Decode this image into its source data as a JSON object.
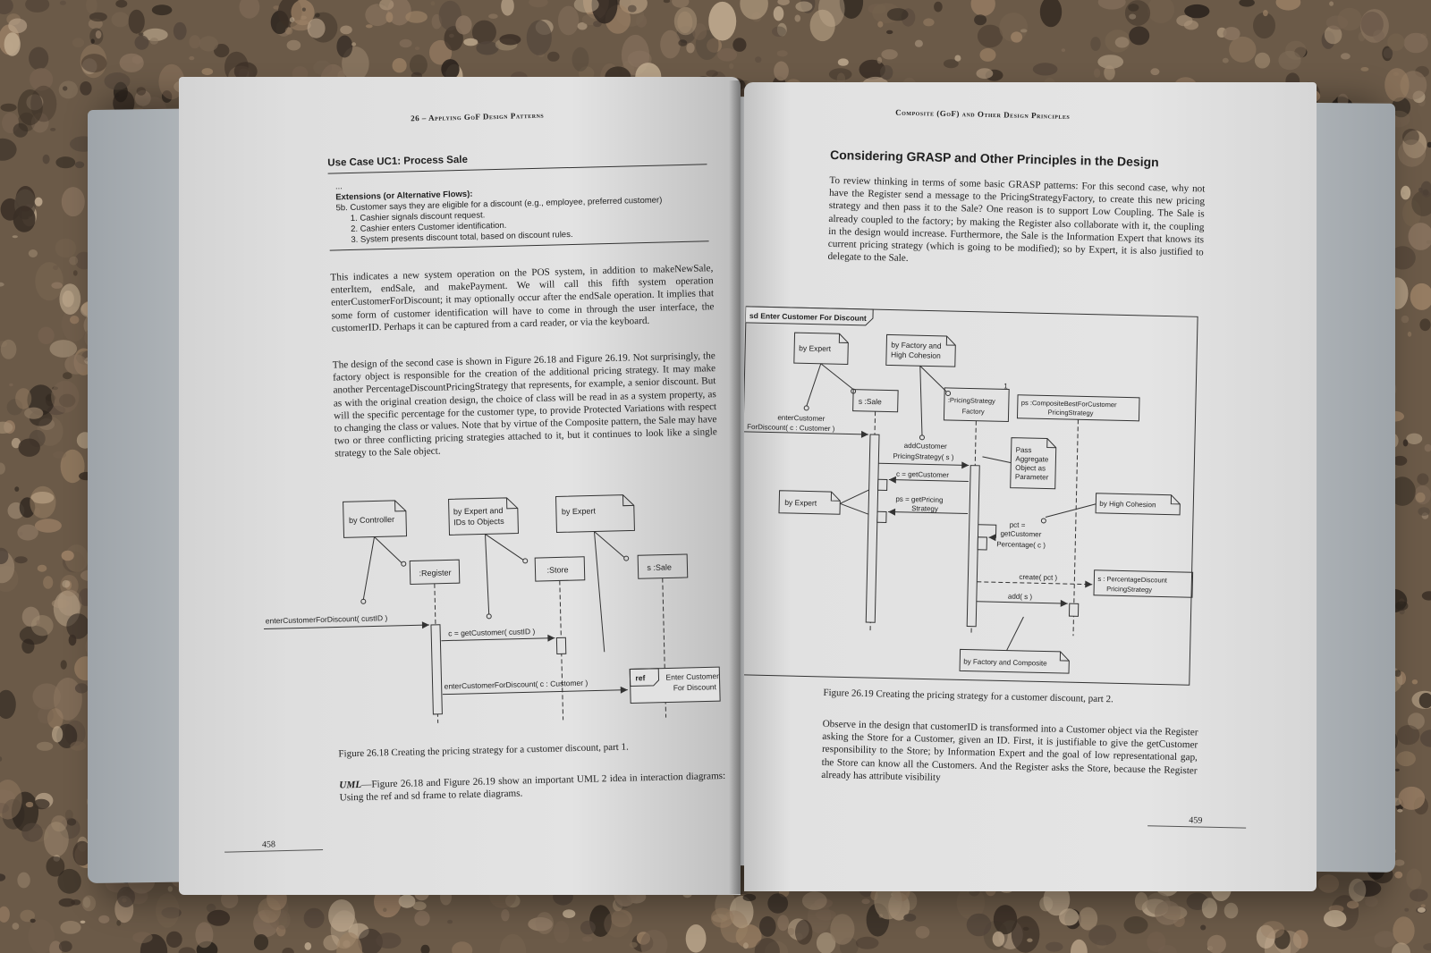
{
  "colors": {
    "countertop": "#6b5a48",
    "paper": "#e2e2e2",
    "ink": "#1f1f1f"
  },
  "left_page": {
    "running_head": "26 – Applying GoF Design Patterns",
    "use_case": {
      "title": "Use Case UC1: Process Sale",
      "ellipsis": "...",
      "extensions_title": "Extensions (or Alternative Flows):",
      "lead": "5b. Customer says they are eligible for a discount (e.g., employee, preferred customer)",
      "steps": [
        "1. Cashier signals discount request.",
        "2. Cashier enters Customer identification.",
        "3. System presents discount total, based on discount rules."
      ]
    },
    "para1": "This indicates a new system operation on the POS system, in addition to makeNewSale, enterItem, endSale, and makePayment. We will call this fifth system operation enterCustomerForDiscount; it may optionally occur after the endSale operation. It implies that some form of customer identification will have to come in through the user interface, the customerID. Perhaps it can be captured from a card reader, or via the keyboard.",
    "para2": "The design of the second case is shown in Figure 26.18 and Figure 26.19. Not surprisingly, the factory object is responsible for the creation of the additional pricing strategy. It may make another PercentageDiscountPricingStrategy that represents, for example, a senior discount. But as with the original creation design, the choice of class will be read in as a system property, as will the specific percentage for the customer type, to provide Protected Variations with respect to changing the class or values. Note that by virtue of the Composite pattern, the Sale may have two or three conflicting pricing strategies attached to it, but it continues to look like a single strategy to the Sale object.",
    "fig1": {
      "notes": [
        "by Controller",
        "by Expert and",
        "IDs to Objects",
        "by Expert"
      ],
      "lifelines": [
        ":Register",
        ":Store",
        "s :Sale"
      ],
      "messages": [
        "enterCustomerForDiscount( custID )",
        "c = getCustomer( custID )",
        "enterCustomerForDiscount( c : Customer )"
      ],
      "ref_tag": "ref",
      "ref_text": [
        "Enter Customer",
        "For Discount"
      ]
    },
    "caption": "Figure 26.18 Creating the pricing strategy for a customer discount, part 1.",
    "uml_lead": "UML",
    "uml_note": "—Figure 26.18 and Figure 26.19 show an important UML 2 idea in interaction diagrams: Using the ref and sd frame to relate diagrams.",
    "page_number": "458"
  },
  "right_page": {
    "running_head": "Composite (GoF) and Other Design Principles",
    "heading": "Considering GRASP and Other Principles in the Design",
    "para1": "To review thinking in terms of some basic GRASP patterns: For this second case, why not have the Register send a message to the PricingStrategyFactory, to create this new pricing strategy and then pass it to the Sale? One reason is to support Low Coupling. The Sale is already coupled to the factory; by making the Register also collaborate with it, the coupling in the design would increase. Furthermore, the Sale is the Information Expert that knows its current pricing strategy (which is going to be modified); so by Expert, it is also justified to delegate to the Sale.",
    "fig2": {
      "frame_title": "sd Enter Customer For Discount",
      "notes": [
        "by Expert",
        "by Factory and",
        "High Cohesion",
        "by Expert",
        "Pass",
        "Aggregate",
        "Object as",
        "Parameter",
        "by High Cohesion",
        "by Factory and Composite"
      ],
      "lifelines": [
        "s :Sale",
        ":PricingStrategy",
        "Factory",
        "ps :CompositeBestForCustomer",
        "PricingStrategy",
        "s : PercentageDiscount",
        "PricingStrategy"
      ],
      "multiplicity": "1",
      "messages": [
        "enterCustomer",
        "ForDiscount( c : Customer )",
        "addCustomer",
        "PricingStrategy( s )",
        "c = getCustomer",
        "ps = getPricing",
        "Strategy",
        "pct =",
        "getCustomer",
        "Percentage( c )",
        "create( pct )",
        "add( s )"
      ]
    },
    "caption": "Figure 26.19 Creating the pricing strategy for a customer discount, part 2.",
    "para2": "Observe in the design that customerID is transformed into a Customer object via the Register asking the Store for a Customer, given an ID. First, it is justifiable to give the getCustomer responsibility to the Store; by Information Expert and the goal of low representational gap, the Store can know all the Customers. And the Register asks the Store, because the Register already has attribute visibility",
    "page_number": "459"
  }
}
